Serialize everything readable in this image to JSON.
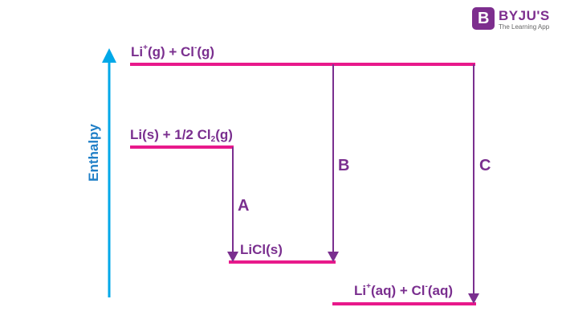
{
  "logo": {
    "mark": "B",
    "name": "BYJU'S",
    "tagline": "The Learning App"
  },
  "axis": {
    "label": "Enthalpy",
    "color": "#00a8e8"
  },
  "levels": {
    "gas_ions": {
      "base1": "Li",
      "sup1": "+",
      "mid": "(g) + Cl",
      "sup2": "-",
      "end": "(g)"
    },
    "elements": {
      "pre": "Li(s) + 1/2 Cl",
      "sub": "2",
      "post": "(g)"
    },
    "solid": {
      "text": "LiCl(s)"
    },
    "aqueous": {
      "base1": "Li",
      "sup1": "+",
      "mid": "(aq) + Cl",
      "sup2": "-",
      "end": "(aq)"
    }
  },
  "arrows": {
    "A": "A",
    "B": "B",
    "C": "C"
  },
  "colors": {
    "level_line": "#e8198b",
    "arrow": "#7a2f8f",
    "text": "#7a2f8f"
  }
}
